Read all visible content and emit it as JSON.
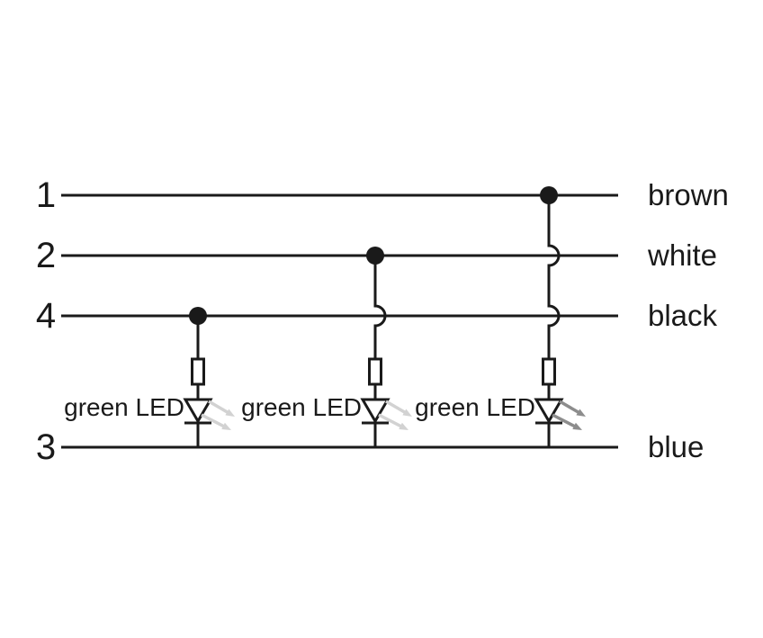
{
  "diagram": {
    "kind": "led-wiring-schematic",
    "wires": [
      {
        "pin": "1",
        "color_name": "brown"
      },
      {
        "pin": "2",
        "color_name": "white"
      },
      {
        "pin": "4",
        "color_name": "black"
      },
      {
        "pin": "3",
        "color_name": "blue"
      }
    ],
    "branches": [
      {
        "from_pin": "4",
        "to_pin": "3",
        "component_label": "green LED",
        "has_resistor": true
      },
      {
        "from_pin": "2",
        "to_pin": "3",
        "component_label": "green LED",
        "has_resistor": true
      },
      {
        "from_pin": "1",
        "to_pin": "3",
        "component_label": "green LED",
        "has_resistor": true
      }
    ],
    "colors": {
      "ink": "#1a1a1a",
      "ray_light": "#d2d2d2",
      "ray_dark": "#8d8d8d",
      "background": "#ffffff"
    }
  }
}
